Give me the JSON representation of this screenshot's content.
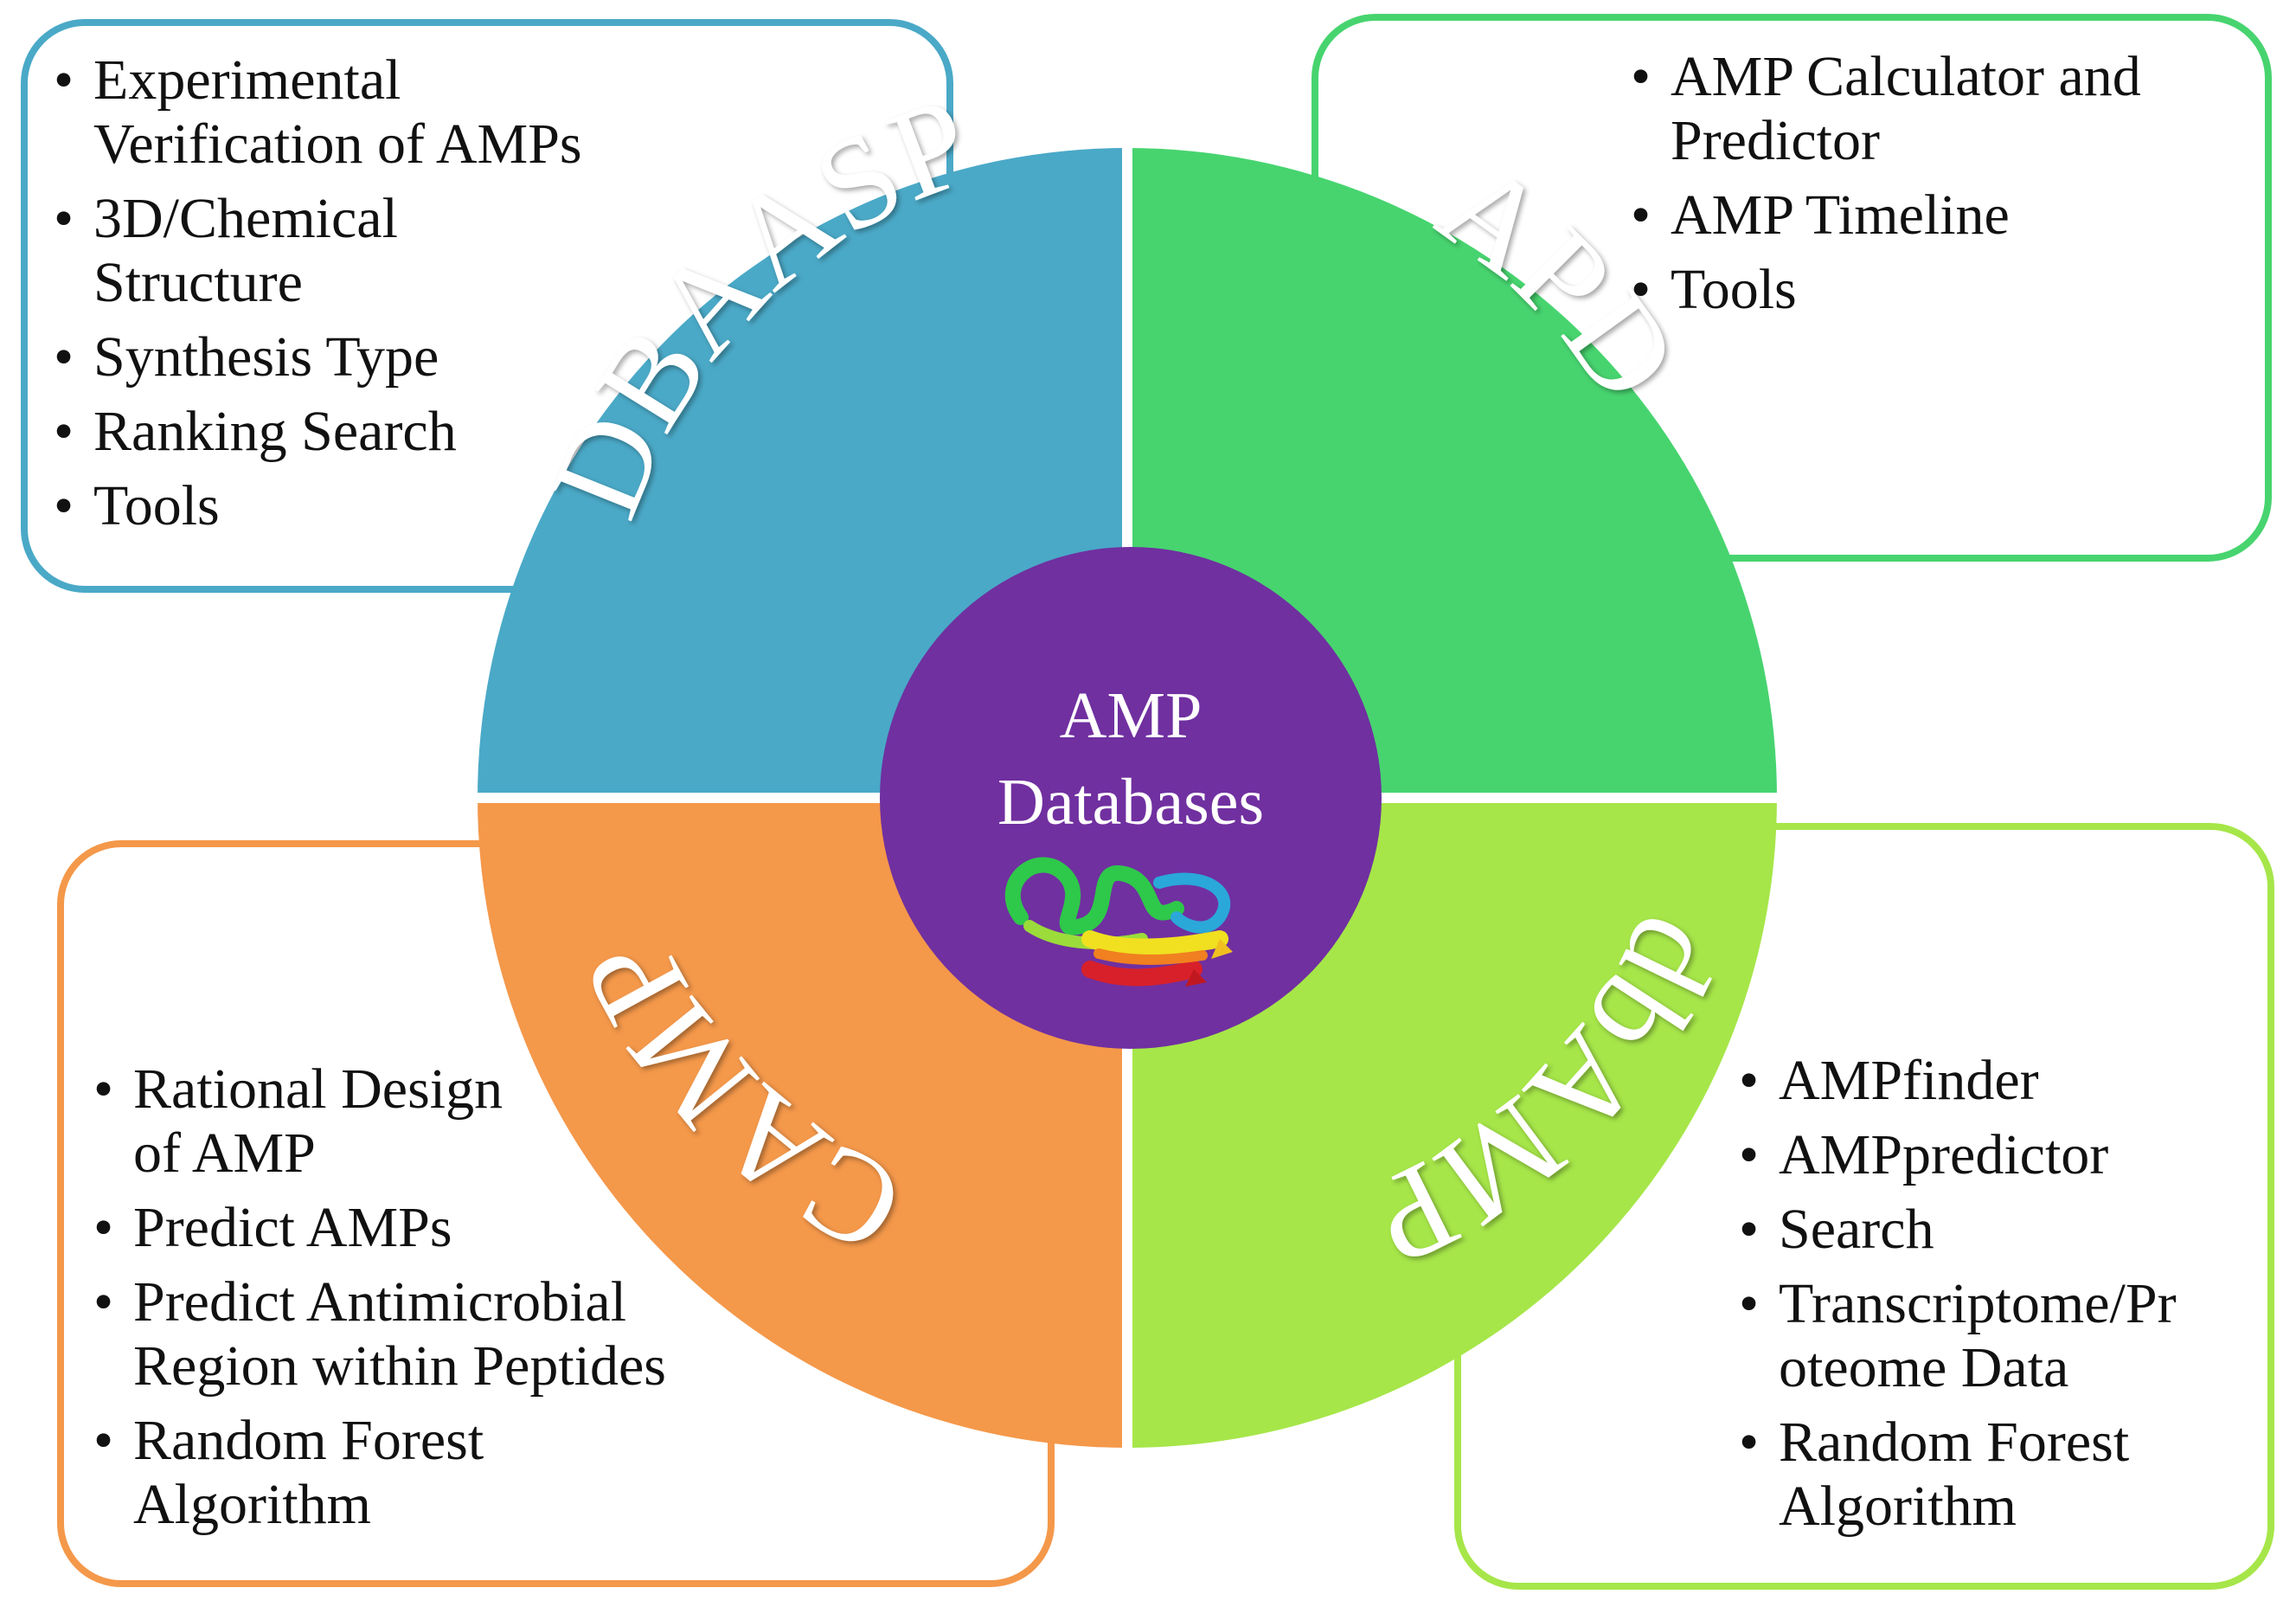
{
  "center": {
    "line1": "AMP",
    "line2": "Databases",
    "illustration": "protein-ribbon-image"
  },
  "colors": {
    "dbaasp": "#4aa9c7",
    "apd": "#47d46f",
    "camp": "#f4984a",
    "dbamp": "#a6e649",
    "center": "#7030a0"
  },
  "quadrants": {
    "dbaasp": {
      "label": "DBAASP",
      "items": [
        "Experimental\nVerification of AMPs",
        "3D/Chemical\nStructure",
        "Synthesis Type",
        "Ranking Search",
        "Tools"
      ]
    },
    "apd": {
      "label": "APD",
      "items": [
        "AMP Calculator and\nPredictor",
        "AMP Timeline",
        "Tools"
      ]
    },
    "camp": {
      "label": "CAMP",
      "items": [
        "Rational Design\nof AMP",
        "Predict AMPs",
        "Predict Antimicrobial\nRegion within Peptides",
        "Random Forest\nAlgorithm"
      ]
    },
    "dbamp": {
      "label": "dbAMP",
      "items": [
        "AMPfinder",
        "AMPpredictor",
        "Search",
        "Transcriptome/Pr\noteome Data",
        "Random Forest\nAlgorithm"
      ]
    }
  }
}
